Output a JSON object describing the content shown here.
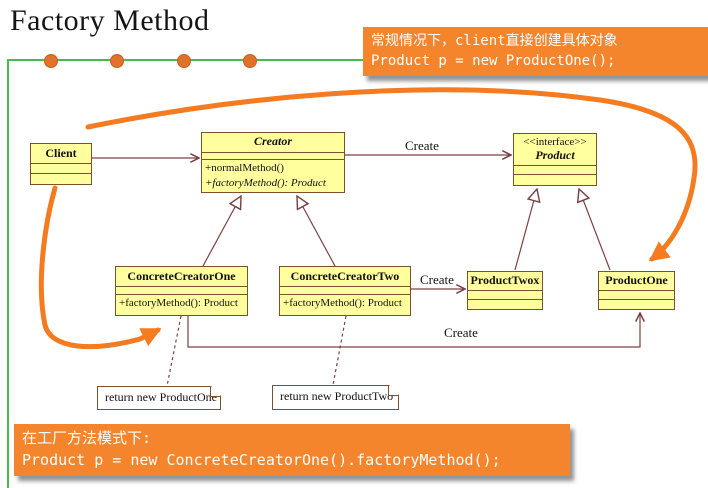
{
  "page": {
    "title": "Factory Method"
  },
  "callouts": {
    "top": {
      "line1": "常规情况下，client直接创建具体对象",
      "line2": "Product p = new ProductOne();"
    },
    "bottom": {
      "line1": "在工厂方法模式下:",
      "line2": "Product p = new ConcreteCreatorOne().factoryMethod();"
    }
  },
  "diagram": {
    "classes": {
      "client": {
        "name": "Client"
      },
      "creator": {
        "name": "Creator",
        "method1": "+normalMethod()",
        "method2": "+factoryMethod(): Product"
      },
      "product": {
        "stereotype": "<<interface>>",
        "name": "Product"
      },
      "creator_one": {
        "name": "ConcreteCreatorOne",
        "method1": "+factoryMethod(): Product"
      },
      "creator_two": {
        "name": "ConcreteCreatorTwo",
        "method1": "+factoryMethod(): Product"
      },
      "product_twox": {
        "name": "ProductTwox"
      },
      "product_one": {
        "name": "ProductOne"
      }
    },
    "edge_labels": {
      "creator_to_product": "Create",
      "creator_two_to_product_twox": "Create",
      "creator_one_to_product_one": "Create"
    },
    "notes": {
      "note_one": "return new ProductOne",
      "note_two": "return new ProductTwo"
    }
  },
  "colors": {
    "callout_orange": "#F5852D",
    "class_fill": "#FFFF9E",
    "class_border": "#7A5230",
    "connector": "#7B4141",
    "annotation_orange": "#F47B20",
    "guide_green": "#4DB84D",
    "dot_orange": "#E0732C"
  }
}
